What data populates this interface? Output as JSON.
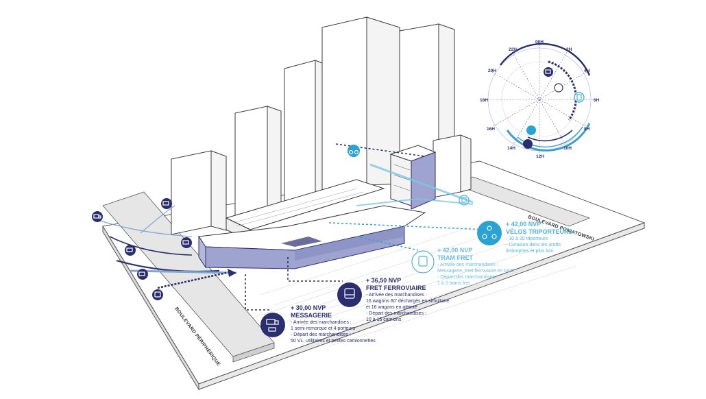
{
  "roads": {
    "poniatowski": "BOULEVARD PONIATOWSKI",
    "peripherique": "BOULEVARD PÉRIPHÉRIQUE"
  },
  "clock": {
    "hours": [
      "00H",
      "2H",
      "4H",
      "6H",
      "8H",
      "10H",
      "12H",
      "14H",
      "16H",
      "18H",
      "20H",
      "22H"
    ]
  },
  "callouts": {
    "velos": {
      "amount": "+ 42,00 NVP",
      "title": "VÉLOS TRIPORTEURS",
      "lines": [
        "- 10 à 20 triporteurs",
        "- Livraison dans les arrdts",
        "limitrophes et plus loin"
      ]
    },
    "tram": {
      "amount": "+ 42,00 NVP",
      "title": "TRAM FRET",
      "lines": [
        "- Arrivée des marchandises :",
        "Messagerie, Fret ferroviaire en tram",
        "- Départ des marchandises :",
        "1 à 2 trams fret"
      ]
    },
    "fret": {
      "amount": "+ 36,50 NVP",
      "title": "FRET FERROVIAIRE",
      "lines": [
        "- Arrivée des marchandises :",
        "16 wagons 60' déchargés en simultané",
        "et 16 wagons en attente",
        "- Départ des marchandises :",
        "10 à 15 camions"
      ]
    },
    "messagerie": {
      "amount": "+ 30,00 NVP",
      "title": "MESSAGERIE",
      "lines": [
        "- Arrivée des marchandises :",
        "1 semi-remorque et 4 porteurs",
        "- Départ des marchandises :",
        "50 VL, utilitaires et petites camionnettes"
      ]
    }
  },
  "icons": [
    "truck-icon",
    "van-icon",
    "bike-icon",
    "tram-icon",
    "train-icon"
  ],
  "colors": {
    "dark_blue": "#2b2e6e",
    "light_blue": "#3c9fcf",
    "cyan": "#4fb3dc"
  }
}
